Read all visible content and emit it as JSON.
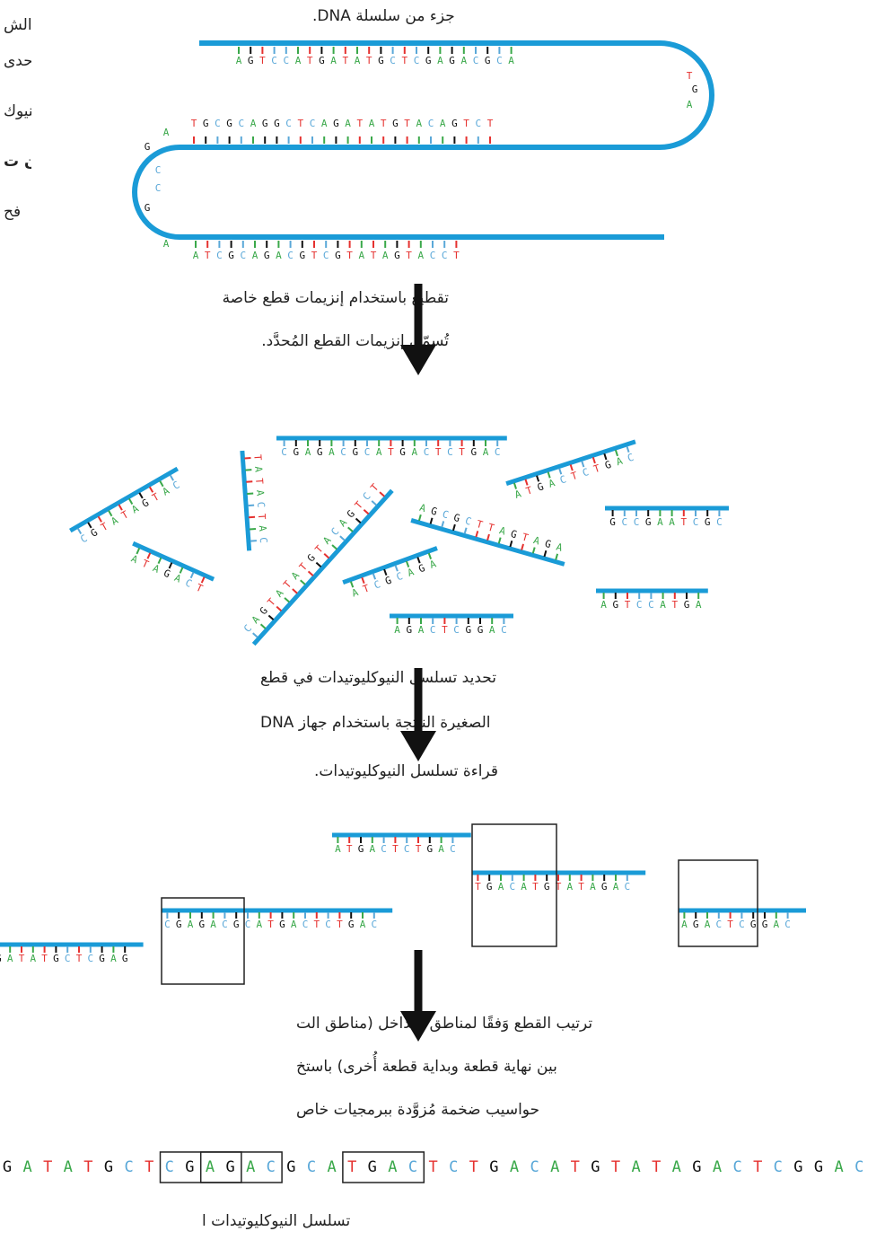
{
  "top_label": "جزء من سلسلة DNA.",
  "side_text": {
    "lines": [
      "الش",
      "لإحدى",
      "النيوك",
      "أُدوِّن ت",
      "فح"
    ],
    "bold_index": 3
  },
  "steps": [
    {
      "lines": [
        "تقطيع باستخدام إنزيمات قطع خاصة",
        "تُسمّى إنزيمات القطع المُحدَّد."
      ]
    },
    {
      "lines": [
        "تحديد تسلسل النيوكليوتيدات في قطع",
        "DNA الصغيرة الناتجة باستخدام جهاز",
        "قراءة تسلسل النيوكليوتيدات."
      ]
    },
    {
      "lines": [
        "ترتيب القطع وَفقًا لمناطق التداخل (مناطق الت",
        "بين نهاية قطعة وبداية قطعة أُخرى) باستخ",
        "حواسيب ضخمة مُزوَّدة ببرمجيات خاص"
      ]
    }
  ],
  "bottom_caption": "تسلسل النيوكليوتيدات ا",
  "colors": {
    "backbone": "#1a9bd7",
    "A": "#3aa84a",
    "T": "#e5312f",
    "G": "#111111",
    "C": "#5aa8d8",
    "box": "#222222",
    "arrow": "#111111"
  },
  "hairpin": {
    "top_strand": "AGTCCATGATATGCTCGAGACGCA",
    "turn_right": "TGA",
    "middle_strand": "TGCGCAGGCTCAGATATGTACAGTCT",
    "middle_end_left": "A",
    "turn_left": "GCCG",
    "bottom_strand": "ATCGCAGACGTCGTATAGTACCT",
    "bottom_start": "A"
  },
  "fragments": [
    "CGAGACGCATGACTCTGAC",
    "ATGACTCTGAC",
    "GCCGAATCGC",
    "AGTCCATGA",
    "AGACTCGGAC",
    "ATCGCAGA",
    "CGTATAGTAC",
    "ATAGACT",
    "TATACTAC",
    "CAGTATATGTACAGTCT",
    "AGCGCTTAGTAGA"
  ],
  "assembly": {
    "reads": [
      "ATGACTCTGAC",
      "TGACATGTATAGAC",
      "CGAGACGCATGACTCTGAC",
      "AGACTCGGAC",
      "GATATGCTCGAG"
    ],
    "overlaps": [
      "CGAG",
      "TGAC",
      "AGAC"
    ]
  },
  "final_sequence": "GATATGCTCGAGACGCATGACTCTGACATGTATAGACTCGGAC"
}
